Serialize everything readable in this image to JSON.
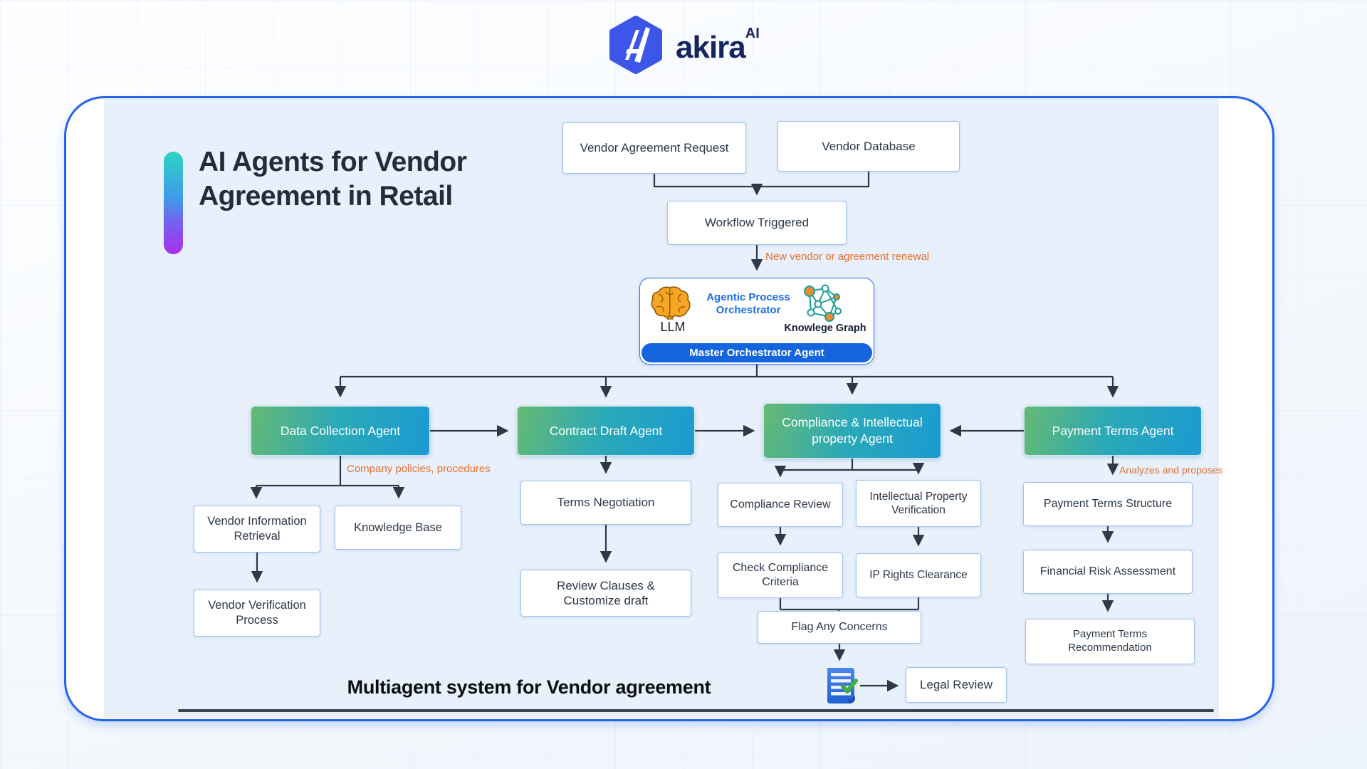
{
  "logo": {
    "brand": "akira",
    "superscript": "AI"
  },
  "title": {
    "line1": "AI Agents for Vendor",
    "line2": "Agreement in Retail"
  },
  "caption": "Multiagent system for Vendor agreement",
  "orchestrator": {
    "llm_label": "LLM",
    "center_line1": "Agentic Process",
    "center_line2": "Orchestrator",
    "graph_label": "Knowlege Graph",
    "pill": "Master Orchestrator Agent"
  },
  "edge_labels": {
    "workflow_to_master": "New vendor or agreement renewal",
    "data_collection": "Company policies, procedures",
    "payment": "Analyzes and proposes"
  },
  "nodes": {
    "vendor_agreement_request": "Vendor Agreement Request",
    "vendor_database": "Vendor Database",
    "workflow_triggered": "Workflow Triggered",
    "data_collection_agent": "Data Collection Agent",
    "contract_draft_agent": "Contract Draft Agent",
    "compliance_agent": "Compliance & Intellectual property Agent",
    "payment_terms_agent": "Payment Terms Agent",
    "vendor_information_retrieval": "Vendor Information Retrieval",
    "knowledge_base": "Knowledge Base",
    "vendor_verification_process": "Vendor Verification Process",
    "terms_negotiation": "Terms Negotiation",
    "review_clauses": "Review Clauses & Customize draft",
    "compliance_review": "Compliance Review",
    "ip_verification": "Intellectual Property Verification",
    "check_compliance_criteria": "Check Compliance Criteria",
    "ip_rights_clearance": "IP Rights Clearance",
    "flag_any_concerns": "Flag Any Concerns",
    "legal_review": "Legal Review",
    "payment_terms_structure": "Payment Terms Structure",
    "financial_risk_assessment": "Financial Risk Assessment",
    "payment_terms_recommendation": "Payment Terms Recommendation"
  },
  "colors": {
    "panel_border": "#2563eb",
    "panel_fill": "#e7f0fb",
    "agent_gradient_start": "#66b973",
    "agent_gradient_end": "#1b9ad2",
    "edge_label_orange": "#e8702f",
    "pill_blue": "#1464dd",
    "wire": "#2e3947"
  }
}
